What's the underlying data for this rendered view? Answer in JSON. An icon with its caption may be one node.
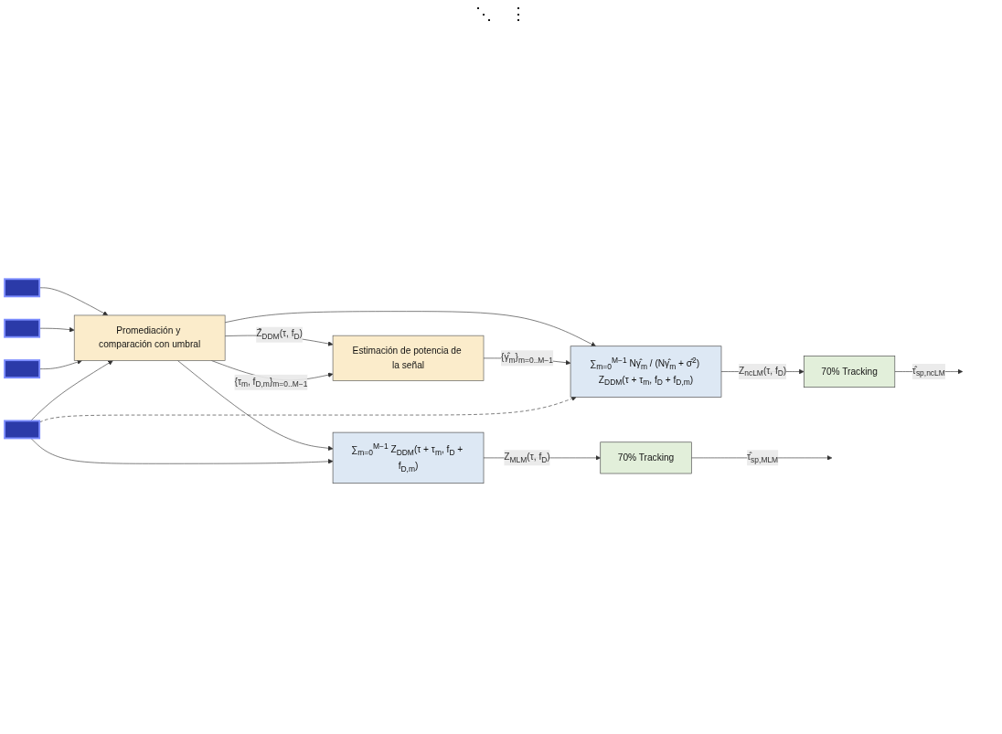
{
  "diagram": {
    "nodes": [
      {
        "text": [],
        "shape": "box"
      },
      {
        "text": [],
        "shape": "box"
      },
      {
        "text": [],
        "shape": "box"
      },
      {
        "text": [],
        "shape": "box"
      },
      {
        "text": [
          "Promediación y comparación con umbral"
        ]
      },
      {
        "text": [
          "Estimación de potencia de la señal"
        ]
      },
      {
        "text": [
          "∑$_{m=0}$$^{M−1}$ Nγ̂$_{m}$ / (Nγ̂$_{m}$ + σ̂$^{2}$) Z$_{DDM}$(τ + τ$_{m}$, f$_{D}$ + f$_{D,m}$)"
        ]
      },
      {
        "text": [
          "∑$_{m=0}$$^{M−1}$ Z$_{DDM}$(τ + τ$_{m}$, f$_{D}$ + f$_{D,m}$)"
        ]
      },
      {
        "text": [
          "70% Tracking"
        ]
      },
      {
        "text": [
          "70% Tracking"
        ]
      }
    ],
    "edges": [
      {
        "from": 0,
        "to": 4,
        "arrow": "to"
      },
      {
        "from": 1,
        "to": 4,
        "arrow": "to"
      },
      {
        "from": 2,
        "to": 4,
        "arrow": "to"
      },
      {
        "from": 3,
        "to": 4,
        "arrow": "to"
      },
      {
        "from": 4,
        "to": 5,
        "arrow": "to",
        "label": "Z̄$_{DDM}$(τ, f$_{D}$)"
      },
      {
        "from": 4,
        "to": 5,
        "arrow": "to",
        "label": "{τ$_{m}$, f$_{D,m}$}$_{m=0..M−1}$"
      },
      {
        "from": 4,
        "to": 6,
        "arrow": "to"
      },
      {
        "from": 4,
        "to": 7,
        "arrow": "to"
      },
      {
        "from": 5,
        "to": 6,
        "arrow": "to",
        "label": "{γ̂$_{m}$}$_{m=0..M−1}$"
      },
      {
        "from": 3,
        "to": 6,
        "arrow": "to",
        "style": "dashed"
      },
      {
        "from": 3,
        "to": 7,
        "arrow": "to"
      },
      {
        "from": 6,
        "to": 8,
        "arrow": "to",
        "label": "Z$_{ncLM}$(τ, f$_{D}$)"
      },
      {
        "from": 7,
        "to": 9,
        "arrow": "to",
        "label": "Z$_{MLM}$(τ, f$_{D}$)"
      },
      {
        "from": 8,
        "to": null,
        "arrow": "to",
        "label": "τ̂$_{sp,ncLM}$"
      },
      {
        "from": 9,
        "to": null,
        "arrow": "to",
        "label": "τ̂$_{sp,MLM}$"
      }
    ],
    "labels": [
      "⋱",
      "⋮"
    ]
  }
}
